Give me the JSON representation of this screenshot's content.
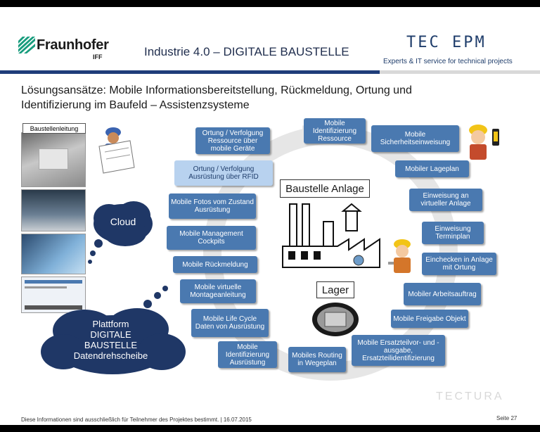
{
  "header": {
    "logo_name": "Fraunhofer",
    "logo_sub": "IFF",
    "title": "Industrie 4.0 – DIGITALE BAUSTELLE",
    "partner_logo": "TEC EPM",
    "partner_tagline": "Experts & IT service for technical projects"
  },
  "subtitle_line1": "Lösungsansätze: Mobile Informationsbereitstellung, Rückmeldung, Ortung und",
  "subtitle_line2": "Identifizierung im Baufeld – Assistenzsysteme",
  "left": {
    "baustellenleitung": "Baustellenleitung",
    "cloud": "Cloud",
    "platform": [
      "Plattform",
      "DIGITALE",
      "BAUSTELLE",
      "Datendrehscheibe"
    ]
  },
  "center": {
    "anlage_label": "Baustelle Anlage",
    "lager_label": "Lager"
  },
  "boxes": {
    "b1": "Ortung / Verfolgung Ressource über mobile Geräte",
    "b2": "Mobile Identifizierung Ressource",
    "b3": "Mobile Sicherheitseinweisung",
    "b4": "Ortung / Verfolgung Ausrüstung über RFID",
    "b5": "Mobiler Lageplan",
    "b6": "Einweisung an virtueller Anlage",
    "b7": "Mobile Fotos vom Zustand Ausrüstung",
    "b8": "Mobile Management Cockpits",
    "b9": "Einweisung Terminplan",
    "b10": "Einchecken in Anlage mit Ortung",
    "b11": "Mobile Rückmeldung",
    "b12": "Mobiler Arbeitsauftrag",
    "b13": "Mobile virtuelle Montageanleitung",
    "b14": "Mobile Freigabe Objekt",
    "b15": "Mobile Life Cycle Daten von Ausrüstung",
    "b16": "Mobile Identifizierung Ausrüstung",
    "b17": "Mobiles Routing in Wegeplan",
    "b18": "Mobile Ersatzteilvor- und -ausgabe, Ersatzteilidentifizierung"
  },
  "footer": {
    "note": "Diese Informationen sind ausschließlich für Teilnehmer des Projektes  bestimmt. | 16.07.2015",
    "page": "Seite 27",
    "watermark": "TECTURA"
  },
  "colors": {
    "box_blue": "#4a79b0",
    "box_highlight": "#b8d2ef",
    "cloud_dark": "#1f3766",
    "fraunhofer_green": "#179c7d"
  }
}
